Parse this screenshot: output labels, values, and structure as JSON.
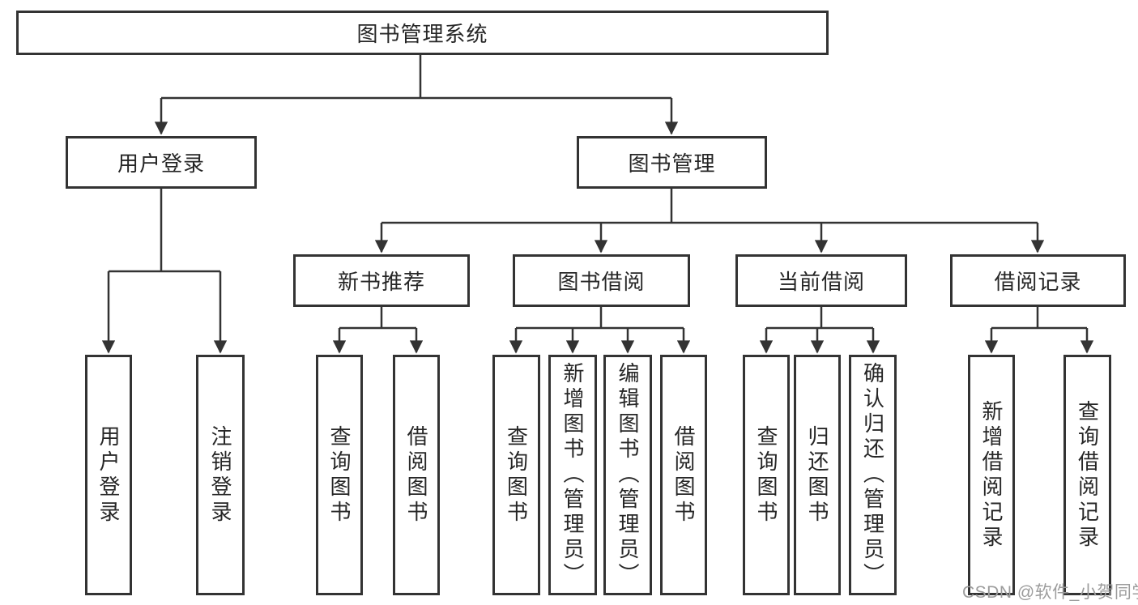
{
  "diagram_title": "图书管理系统",
  "tree": {
    "root": {
      "label": "图书管理系统"
    },
    "branches": [
      {
        "label": "用户登录",
        "children": [
          {
            "label": "用户登录"
          },
          {
            "label": "注销登录"
          }
        ]
      },
      {
        "label": "图书管理",
        "children": [
          {
            "label": "新书推荐",
            "children": [
              {
                "label": "查询图书"
              },
              {
                "label": "借阅图书"
              }
            ]
          },
          {
            "label": "图书借阅",
            "children": [
              {
                "label": "查询图书"
              },
              {
                "label": "新增图书（管理员）"
              },
              {
                "label": "编辑图书（管理员）"
              },
              {
                "label": "借阅图书"
              }
            ]
          },
          {
            "label": "当前借阅",
            "children": [
              {
                "label": "查询图书"
              },
              {
                "label": "归还图书"
              },
              {
                "label": "确认归还（管理员）"
              }
            ]
          },
          {
            "label": "借阅记录",
            "children": [
              {
                "label": "新增借阅记录"
              },
              {
                "label": "查询借阅记录"
              }
            ]
          }
        ]
      }
    ]
  },
  "watermark": {
    "text": "CSDN @软件_小贺同学"
  },
  "colors": {
    "line": "#333333",
    "box_border": "#333333",
    "box_fill": "#ffffff",
    "text": "#262626",
    "watermark": "#9c9c9c"
  }
}
